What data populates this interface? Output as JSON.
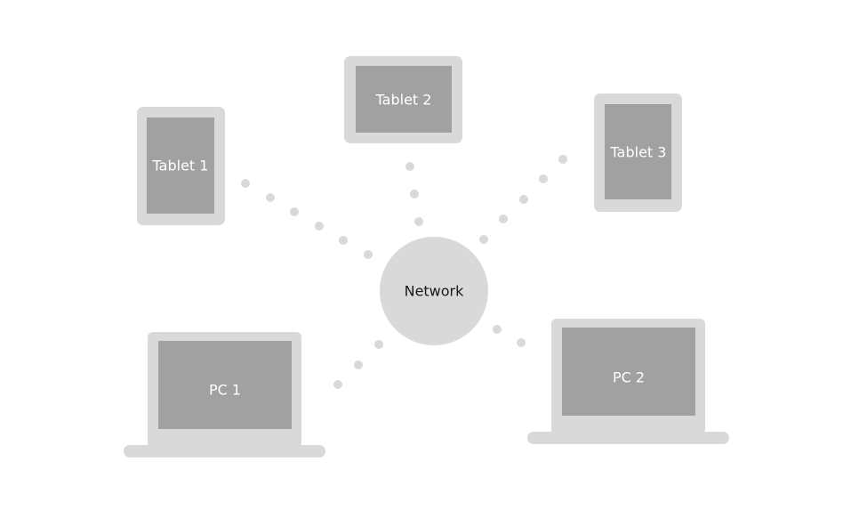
{
  "hub": {
    "label": "Network"
  },
  "devices": {
    "tablet_1": {
      "label": "Tablet 1",
      "kind": "tablet"
    },
    "tablet_2": {
      "label": "Tablet 2",
      "kind": "tablet"
    },
    "tablet_3": {
      "label": "Tablet 3",
      "kind": "tablet"
    },
    "pc_1": {
      "label": "PC 1",
      "kind": "laptop"
    },
    "pc_2": {
      "label": "PC 2",
      "kind": "laptop"
    }
  },
  "colors": {
    "bezel": "#d9d9d9",
    "screen": "#a1a1a1",
    "device_text": "#ffffff",
    "hub_fill": "#d9d9d9",
    "hub_text": "#1a1a1a",
    "connector_dot": "#d9d9d9"
  }
}
